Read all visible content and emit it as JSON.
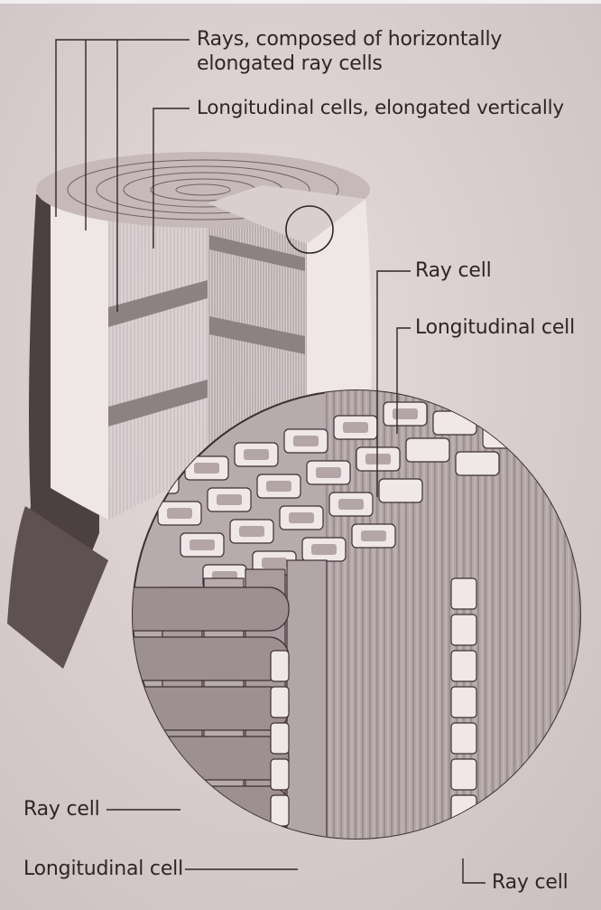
{
  "colors": {
    "paper": "#ede3e4",
    "ink": "#3c3033",
    "bark": "#5a4a4d",
    "cell_fill": "#a99b9e",
    "cell_light": "#c9bec0",
    "cell_lumen": "#8e8083"
  },
  "labels": {
    "rays_line1": "Rays, composed of horizontally",
    "rays_line2": "elongated ray cells",
    "longitudinal_vertical": "Longitudinal cells, elongated vertically",
    "ray_cell_top": "Ray cell",
    "longitudinal_cell_right": "Longitudinal cell",
    "ray_cell_left": "Ray cell",
    "longitudinal_cell_bottom": "Longitudinal cell",
    "ray_cell_bottom_right": "Ray cell"
  }
}
